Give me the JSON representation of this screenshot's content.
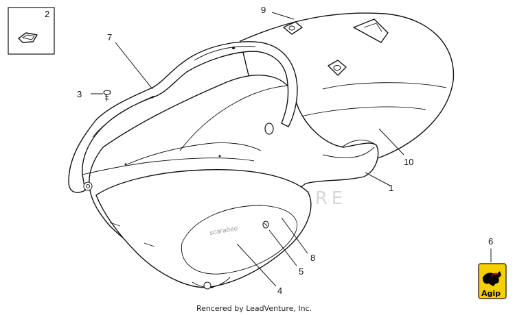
{
  "callouts": {
    "c1": "1",
    "c2": "2",
    "c3": "3",
    "c4": "4",
    "c5": "5",
    "c6": "6",
    "c7": "7",
    "c8": "8",
    "c9": "9",
    "c10": "10"
  },
  "watermark": "LEADVENTURE",
  "credit": "Rencered by LeadVenture, Inc.",
  "panel_brand": "scarabeo",
  "logo": {
    "text": "Agip",
    "bg_color": "#f5d000"
  }
}
